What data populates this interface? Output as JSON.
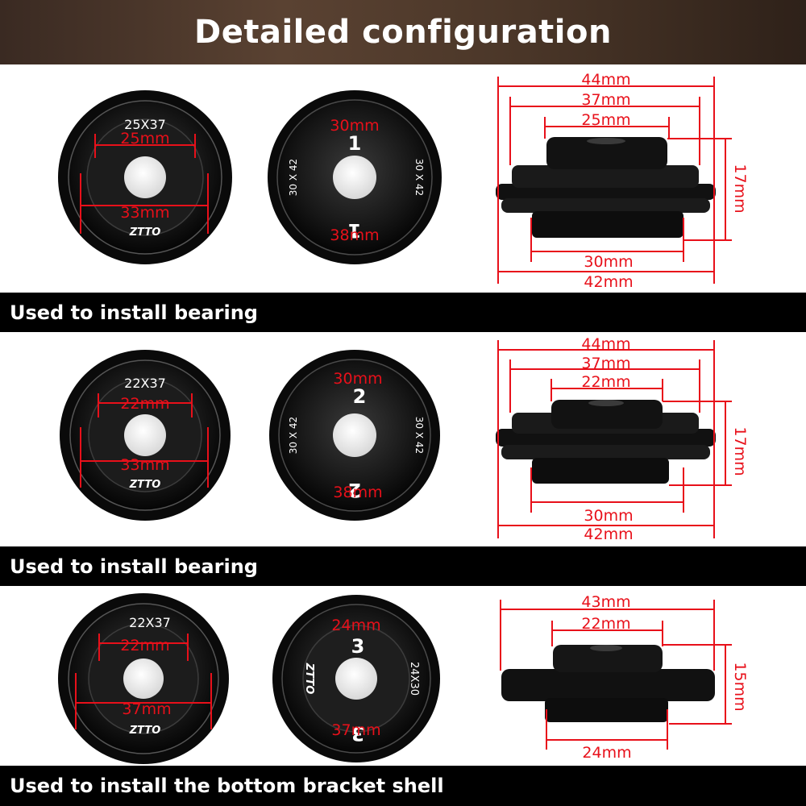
{
  "header": {
    "title": "Detailed configuration"
  },
  "sections": [
    {
      "caption": "Used to install bearing",
      "cap_a": {
        "top_mark": "25X37",
        "inner": "25mm",
        "outer": "33mm",
        "brand": "ZTTO"
      },
      "cap_b": {
        "number": "1",
        "top": "30mm",
        "bottom": "38mm",
        "side_left": "30 X 42",
        "side_right": "30 X 42"
      },
      "profile": {
        "top1": "44mm",
        "top2": "37mm",
        "top3": "25mm",
        "height": "17mm",
        "bottom1": "30mm",
        "bottom2": "42mm"
      }
    },
    {
      "caption": "Used to install bearing",
      "cap_a": {
        "top_mark": "22X37",
        "inner": "22mm",
        "outer": "33mm",
        "brand": "ZTTO"
      },
      "cap_b": {
        "number": "2",
        "top": "30mm",
        "bottom": "38mm",
        "side_left": "30 X 42",
        "side_right": "30 X 42"
      },
      "profile": {
        "top1": "44mm",
        "top2": "37mm",
        "top3": "22mm",
        "height": "17mm",
        "bottom1": "30mm",
        "bottom2": "42mm"
      }
    },
    {
      "caption": "Used to install the bottom bracket shell",
      "cap_a": {
        "top_mark": "22X37",
        "inner": "22mm",
        "outer": "37mm",
        "brand": "ZTTO"
      },
      "cap_b": {
        "number": "3",
        "top": "24mm",
        "bottom": "37mm",
        "side_left": "ZTTO",
        "side_right": "24X30"
      },
      "profile": {
        "top1": "43mm",
        "top2": "22mm",
        "height": "15mm",
        "bottom1": "24mm"
      }
    }
  ],
  "colors": {
    "dimension": "#e8101a",
    "band": "#000000"
  }
}
